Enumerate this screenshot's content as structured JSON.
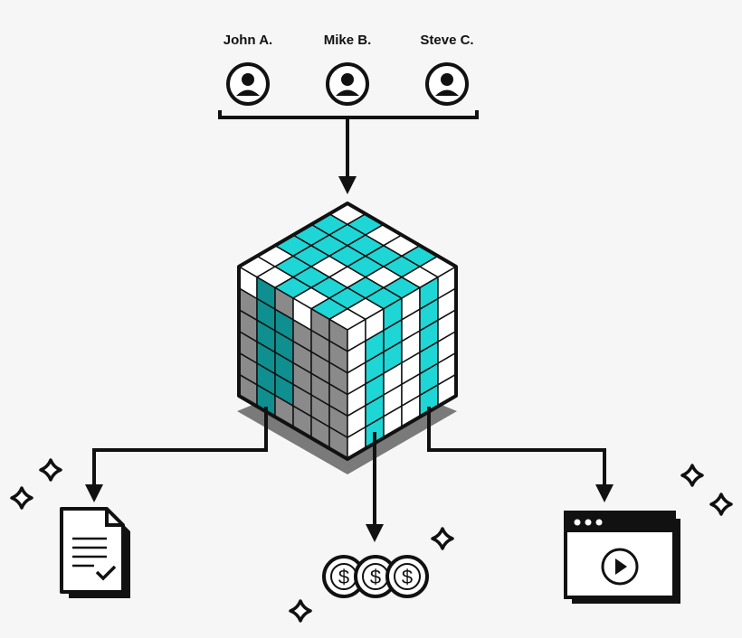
{
  "users": [
    {
      "name": "John A.",
      "icon": "user-avatar-icon"
    },
    {
      "name": "Mike B.",
      "icon": "user-avatar-icon"
    },
    {
      "name": "Steve C.",
      "icon": "user-avatar-icon"
    }
  ],
  "currency_symbol": "$",
  "colors": {
    "ink": "#111111",
    "accent": "#1fd6d6",
    "accent_dark": "#0f8f8f",
    "cube_grey": "#8a8a8a",
    "shadow": "#7a7a7a",
    "background": "#f6f6f6"
  },
  "outputs": [
    {
      "name": "document",
      "icon": "checked-document-icon"
    },
    {
      "name": "coins",
      "icon": "dollar-coins-icon"
    },
    {
      "name": "video",
      "icon": "video-window-icon"
    }
  ]
}
